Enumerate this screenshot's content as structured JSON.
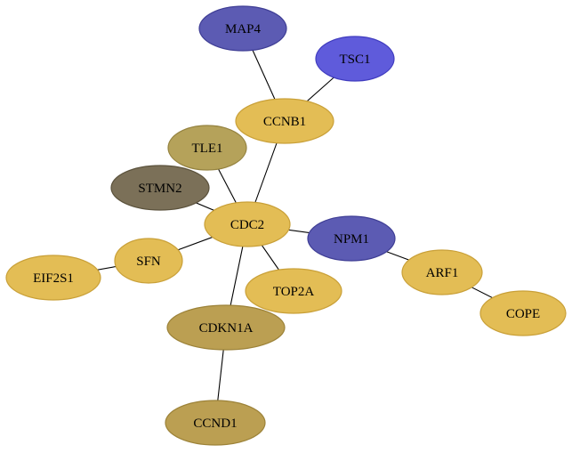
{
  "colors": {
    "gold": "#e3bd55",
    "gold_stroke": "#c9a038",
    "olive": "#bb9f52",
    "olive_stroke": "#9c8238",
    "tan": "#b5a25a",
    "tan_stroke": "#958340",
    "dark_olive": "#7b7058",
    "dark_olive_stroke": "#5b523c",
    "slate_blue": "#5c5bb3",
    "slate_blue_stroke": "#3f3e95",
    "bright_blue": "#5f5bdb",
    "bright_blue_stroke": "#403cbf",
    "edge": "#000000"
  },
  "nodes": [
    {
      "id": "MAP4",
      "label": "MAP4",
      "color": "slate_blue"
    },
    {
      "id": "TSC1",
      "label": "TSC1",
      "color": "bright_blue"
    },
    {
      "id": "CCNB1",
      "label": "CCNB1",
      "color": "gold"
    },
    {
      "id": "TLE1",
      "label": "TLE1",
      "color": "tan"
    },
    {
      "id": "STMN2",
      "label": "STMN2",
      "color": "dark_olive"
    },
    {
      "id": "CDC2",
      "label": "CDC2",
      "color": "gold"
    },
    {
      "id": "NPM1",
      "label": "NPM1",
      "color": "slate_blue"
    },
    {
      "id": "SFN",
      "label": "SFN",
      "color": "gold"
    },
    {
      "id": "EIF2S1",
      "label": "EIF2S1",
      "color": "gold"
    },
    {
      "id": "TOP2A",
      "label": "TOP2A",
      "color": "gold"
    },
    {
      "id": "ARF1",
      "label": "ARF1",
      "color": "gold"
    },
    {
      "id": "CDKN1A",
      "label": "CDKN1A",
      "color": "olive"
    },
    {
      "id": "COPE",
      "label": "COPE",
      "color": "gold"
    },
    {
      "id": "CCND1",
      "label": "CCND1",
      "color": "olive"
    }
  ],
  "edges": [
    {
      "source": "MAP4",
      "target": "CCNB1"
    },
    {
      "source": "TSC1",
      "target": "CCNB1"
    },
    {
      "source": "CCNB1",
      "target": "CDC2"
    },
    {
      "source": "TLE1",
      "target": "CDC2"
    },
    {
      "source": "STMN2",
      "target": "CDC2"
    },
    {
      "source": "CDC2",
      "target": "NPM1"
    },
    {
      "source": "CDC2",
      "target": "SFN"
    },
    {
      "source": "CDC2",
      "target": "TOP2A"
    },
    {
      "source": "CDC2",
      "target": "CDKN1A"
    },
    {
      "source": "SFN",
      "target": "EIF2S1"
    },
    {
      "source": "NPM1",
      "target": "ARF1"
    },
    {
      "source": "ARF1",
      "target": "COPE"
    },
    {
      "source": "CDKN1A",
      "target": "CCND1"
    }
  ]
}
